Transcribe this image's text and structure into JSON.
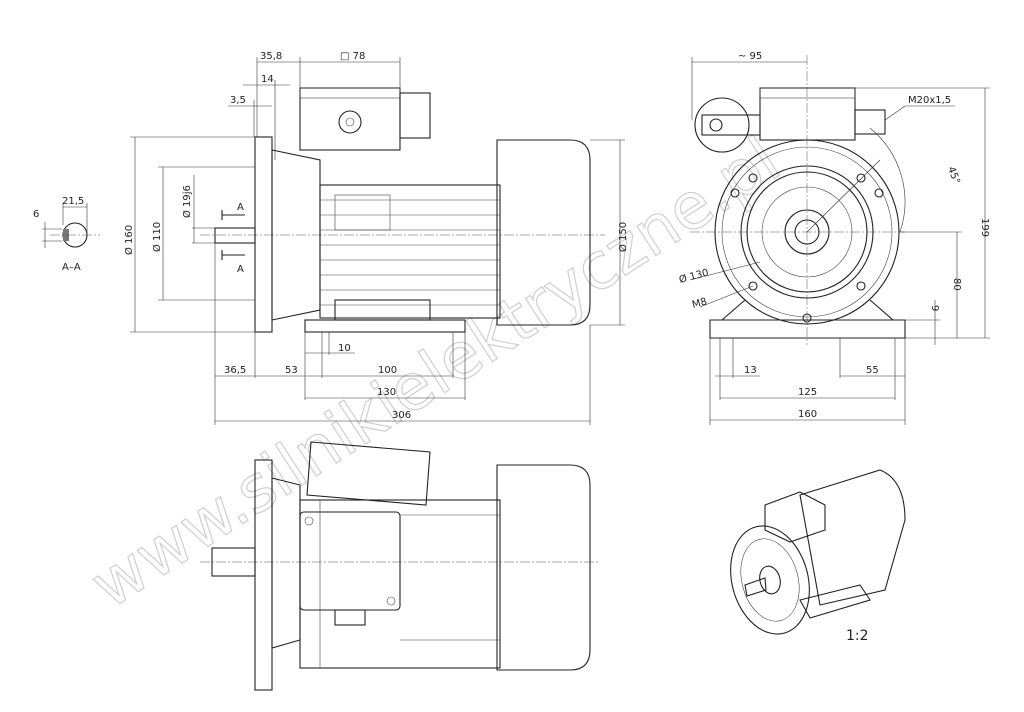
{
  "watermark": "www.silnikielektryczne.pl",
  "scale": "1:2",
  "section": {
    "label": "A–A",
    "key_width": "6",
    "shaft_depth": "21,5",
    "cut_mark": "A"
  },
  "side_view": {
    "flange_to_box": "35,8",
    "box_size": "□ 78",
    "spigot": "14",
    "flange_thickness": "3,5",
    "flange_diameter": "Ø 160",
    "spigot_diameter": "Ø 110",
    "shaft_diameter": "Ø 19j6",
    "fan_diameter": "Ø 150",
    "shaft_length": "36,5",
    "flange_to_foot": "53",
    "foot_hole": "10",
    "foot_holes_distance": "100",
    "foot_length": "130",
    "total_length": "306"
  },
  "front_view": {
    "box_offset": "~ 95",
    "cable_gland": "M20x1,5",
    "angle": "45°",
    "total_height": "199",
    "shaft_height": "80",
    "foot_thickness": "9",
    "bolt_circle": "Ø 130",
    "thread": "M8",
    "foot_hole": "13",
    "foot_holes_distance": "125",
    "foot_edge": "55",
    "foot_width": "160"
  }
}
